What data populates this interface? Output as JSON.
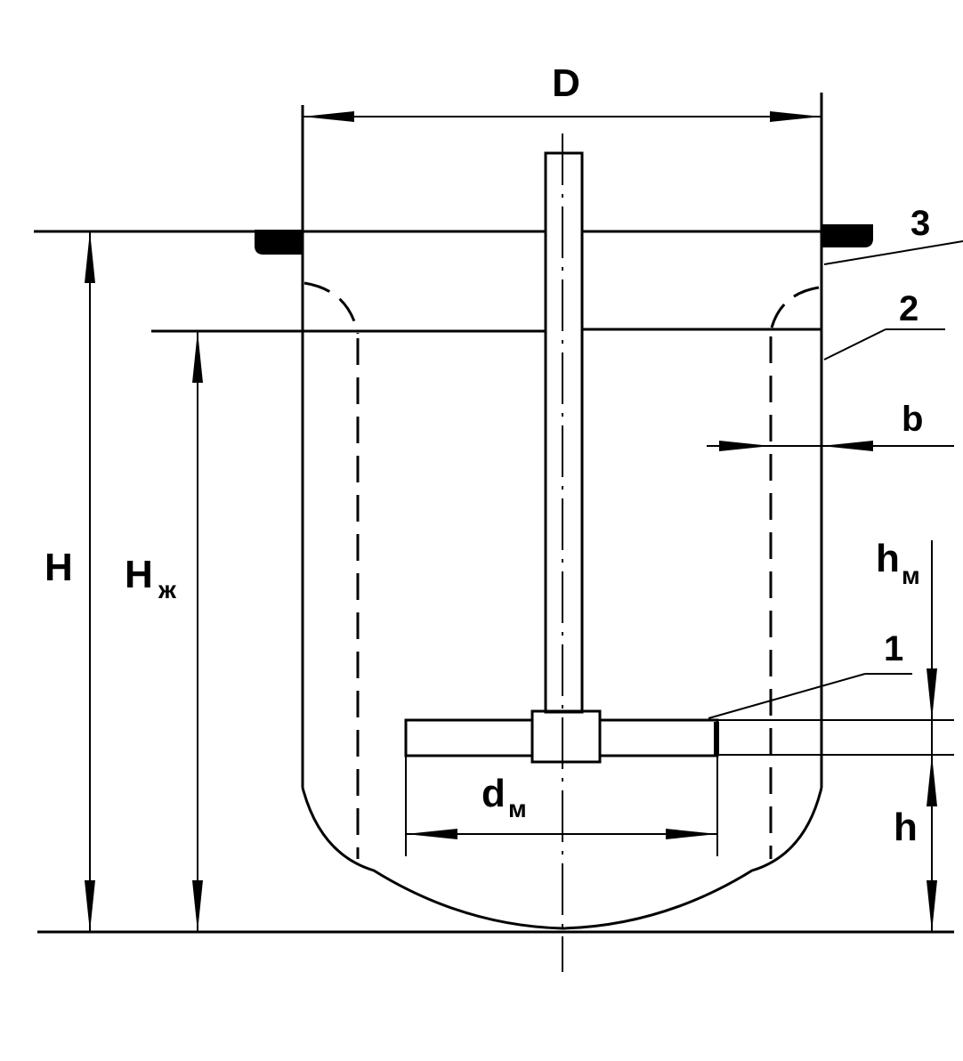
{
  "labels": {
    "diameter": "D",
    "height": "H",
    "liquid_height_main": "H",
    "liquid_height_sub": "ж",
    "baffle_width": "b",
    "impeller_height_main": "h",
    "impeller_height_sub": "м",
    "impeller_diameter_main": "d",
    "impeller_diameter_sub": "м",
    "clearance": "h",
    "part_1": "1",
    "part_2": "2",
    "part_3": "3"
  }
}
